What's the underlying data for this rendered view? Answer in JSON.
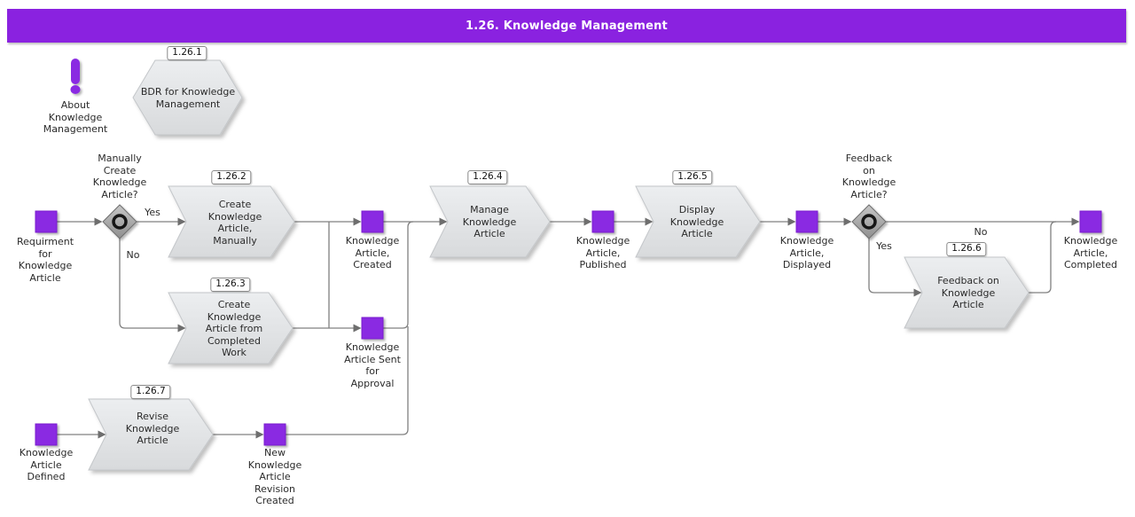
{
  "title": "1.26. Knowledge Management",
  "colors": {
    "accent": "#8a2be2",
    "accent_border": "#7a1bcf",
    "header_bg": "#8a22e0",
    "line": "#808080",
    "shape_border": "#c3c6c9",
    "text": "#2b2b2b"
  },
  "nodes": {
    "about": {
      "label": "About\nKnowledge\nManagement"
    },
    "bdr": {
      "label": "BDR for Knowledge\nManagement",
      "tag": "1.26.1"
    },
    "requirement_event": {
      "label": "Requirment\nfor\nKnowledge\nArticle"
    },
    "gateway_manual": {
      "question": "Manually\nCreate\nKnowledge\nArticle?",
      "yes": "Yes",
      "no": "No"
    },
    "create_manually": {
      "label": "Create\nKnowledge\nArticle,\nManually",
      "tag": "1.26.2"
    },
    "create_from_work": {
      "label": "Create\nKnowledge\nArticle from\nCompleted\nWork",
      "tag": "1.26.3"
    },
    "created_event": {
      "label": "Knowledge\nArticle,\nCreated"
    },
    "sent_event": {
      "label": "Knowledge\nArticle Sent\nfor\nApproval"
    },
    "manage": {
      "label": "Manage\nKnowledge\nArticle",
      "tag": "1.26.4"
    },
    "published_event": {
      "label": "Knowledge\nArticle,\nPublished"
    },
    "display": {
      "label": "Display\nKnowledge\nArticle",
      "tag": "1.26.5"
    },
    "displayed_event": {
      "label": "Knowledge\nArticle,\nDisplayed"
    },
    "gateway_feedback": {
      "question": "Feedback\non\nKnowledge\nArticle?",
      "yes": "Yes",
      "no": "No"
    },
    "feedback": {
      "label": "Feedback on\nKnowledge\nArticle",
      "tag": "1.26.6"
    },
    "completed_event": {
      "label": "Knowledge\nArticle,\nCompleted"
    },
    "defined_event": {
      "label": "Knowledge\nArticle\nDefined"
    },
    "revise": {
      "label": "Revise\nKnowledge\nArticle",
      "tag": "1.26.7"
    },
    "revision_event": {
      "label": "New\nKnowledge\nArticle\nRevision\nCreated"
    }
  }
}
